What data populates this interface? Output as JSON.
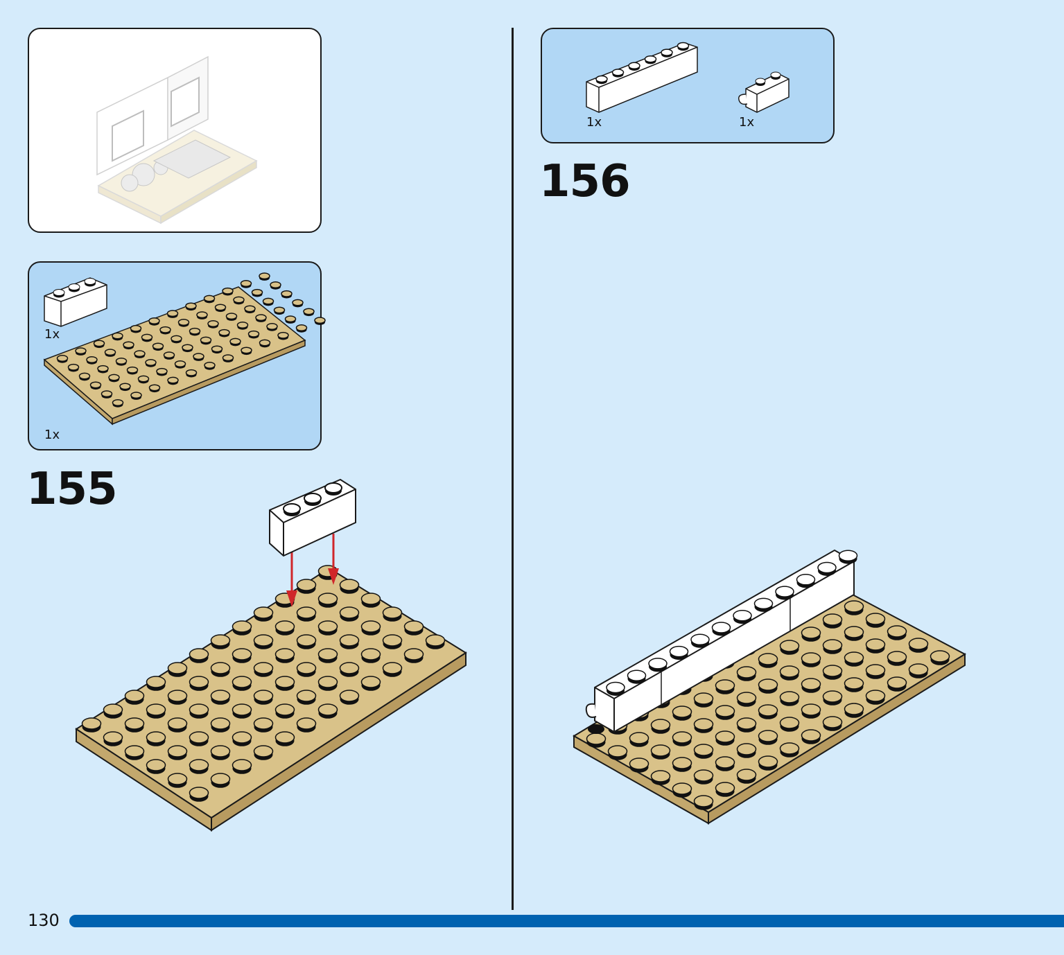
{
  "page": {
    "number": "130"
  },
  "steps": [
    {
      "number": "155",
      "parts": [
        {
          "name": "white-brick-1x3",
          "quantity": "1x"
        },
        {
          "name": "tan-plate-6x12",
          "quantity": "1x"
        }
      ]
    },
    {
      "number": "156",
      "parts": [
        {
          "name": "white-brick-1x6",
          "quantity": "1x"
        },
        {
          "name": "white-brick-1x2-with-clip",
          "quantity": "1x"
        }
      ]
    }
  ],
  "colors": {
    "background": "#d5ebfb",
    "parts_panel": "#b1d7f5",
    "tan_plate": "#d9c289",
    "white_brick": "#ffffff",
    "arrow": "#d0262a",
    "progress_bar": "#0062b0"
  }
}
